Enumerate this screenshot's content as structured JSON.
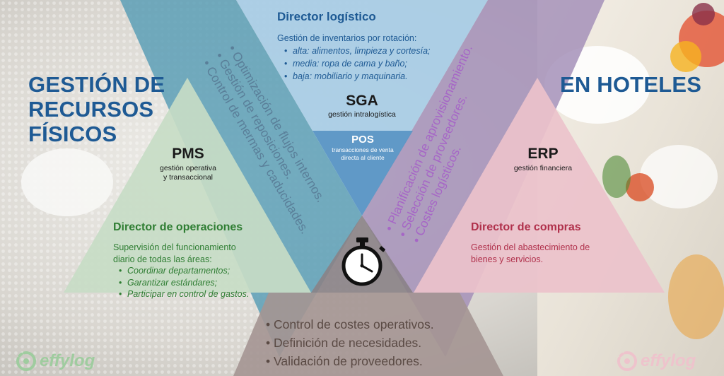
{
  "title_left": [
    "GESTIÓN DE",
    "RECURSOS",
    "FÍSICOS"
  ],
  "title_right": "EN HOTELES",
  "top": {
    "heading": "Director logístico",
    "intro": "Gestión de inventarios por rotación:",
    "items": [
      "alta: alimentos, limpieza y cortesía;",
      "media: ropa de cama y baño;",
      "baja: mobiliario y maquinaria."
    ]
  },
  "sga": {
    "name": "SGA",
    "desc": "gestión intralogística"
  },
  "pos": {
    "name": "POS",
    "desc": [
      "transacciones de venta",
      "directa al cliente"
    ]
  },
  "pms": {
    "name": "PMS",
    "desc": [
      "gestión operativa",
      "y transaccional"
    ]
  },
  "erp": {
    "name": "ERP",
    "desc": "gestión financiera"
  },
  "operations": {
    "heading": "Director de operaciones",
    "intro": [
      "Supervisión del funcionamiento",
      "diario de todas las áreas:"
    ],
    "items": [
      "Coordinar departamentos;",
      "Garantizar estándares;",
      "Participar en control de gastos."
    ]
  },
  "purchasing": {
    "heading": "Director de compras",
    "intro": [
      "Gestión del abastecimiento de",
      "bienes y servicios."
    ]
  },
  "band_left": [
    "Optimización de flujos internos.",
    "Gestión de reposiciones.",
    "Control de mermas y caducidades."
  ],
  "band_right": [
    "Planificación de aprovisionamiento.",
    "Selección de proveedores.",
    "Costes logísticos."
  ],
  "bottom": [
    "Control de costes operativos.",
    "Definición de necesidades.",
    "Validación de proveedores."
  ],
  "brand": "effylog",
  "icons": {
    "center": "stopwatch-icon",
    "logo": "effylog-logo-icon"
  },
  "colors": {
    "title": "#1e5a94",
    "logistics": "#1e5a94",
    "operations": "#2e7d32",
    "purchasing": "#b0304b"
  }
}
